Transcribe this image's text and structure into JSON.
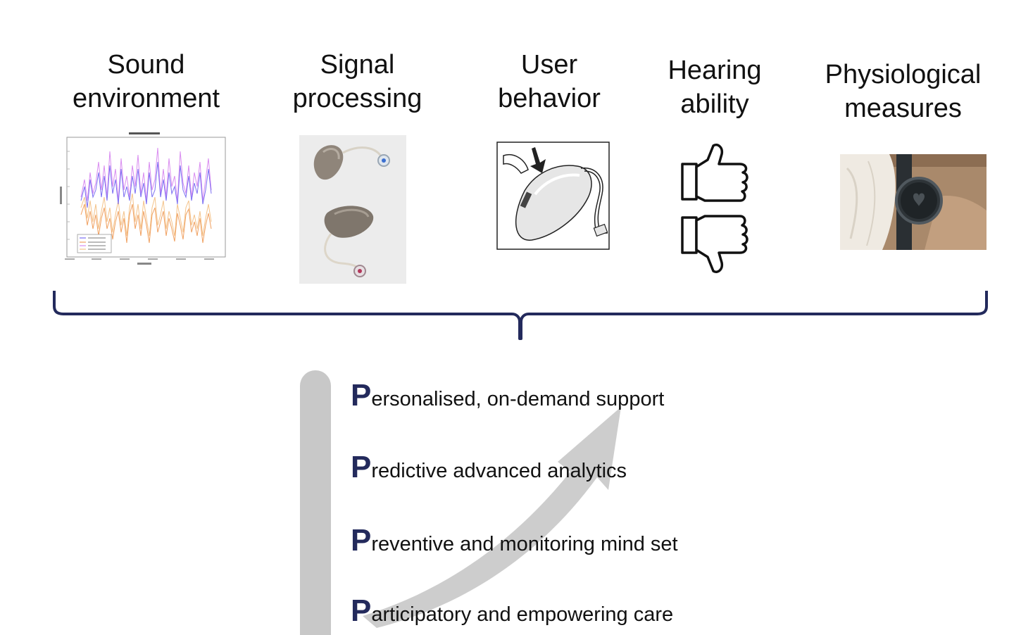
{
  "categories": [
    {
      "label": "Sound\nenvironment",
      "icon": "sound-level-chart"
    },
    {
      "label": "Signal\nprocessing",
      "icon": "hearing-aids-photo"
    },
    {
      "label": "User\nbehavior",
      "icon": "hearing-aid-button-press"
    },
    {
      "label": "Hearing\nability",
      "icon": "thumbs-up-down"
    },
    {
      "label": "Physiological\nmeasures",
      "icon": "smartwatch-photo"
    }
  ],
  "principles": [
    {
      "initial": "P",
      "rest": "ersonalised, on-demand support"
    },
    {
      "initial": "P",
      "rest": "redictive advanced analytics"
    },
    {
      "initial": "P",
      "rest": "reventive and monitoring mind set"
    },
    {
      "initial": "P",
      "rest": "articipatory and empowering care"
    }
  ],
  "colors": {
    "navy": "#232a5c",
    "arrow_gray": "#c8c8c8"
  }
}
